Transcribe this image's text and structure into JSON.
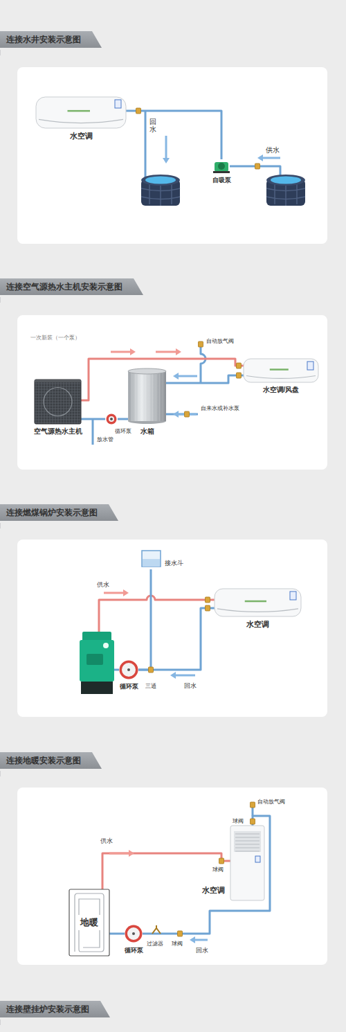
{
  "diagram": {
    "nodes": [
      {
        "text": [
          "连接水井安装示意图"
        ]
      },
      {
        "text": [
          "水空调"
        ]
      },
      {
        "text": [
          "自吸泵"
        ]
      },
      {
        "text": [
          "连接空气源热水主机安装示意图"
        ]
      },
      {
        "text": [
          "空气源热水主机"
        ]
      },
      {
        "text": [
          "水箱"
        ]
      },
      {
        "text": [
          "循环泵"
        ]
      },
      {
        "text": [
          "水空调/风盘"
        ]
      },
      {
        "text": [
          "连接燃煤锅炉安装示意图"
        ]
      },
      {
        "text": [
          "接水斗"
        ]
      },
      {
        "text": [
          "水空调"
        ]
      },
      {
        "text": [
          "循环泵"
        ]
      },
      {
        "text": [
          "连接地暖安装示意图"
        ]
      },
      {
        "text": [
          "地暖"
        ]
      },
      {
        "text": [
          "水空调"
        ]
      },
      {
        "text": [
          "循环泵"
        ]
      },
      {
        "text": [
          "连接壁挂炉安装示意图"
        ]
      }
    ],
    "edges": [
      {
        "from": 2,
        "to": 1,
        "arrow": "none"
      },
      {
        "from": 4,
        "to": 7,
        "arrow": "none"
      },
      {
        "from": 7,
        "to": 5,
        "arrow": "none"
      },
      {
        "from": 5,
        "to": 6,
        "arrow": "none"
      },
      {
        "from": 6,
        "to": 4,
        "arrow": "none"
      },
      {
        "from": 10,
        "to": 11,
        "arrow": "none"
      },
      {
        "from": 9,
        "to": 11,
        "arrow": "none"
      },
      {
        "from": 13,
        "to": 14,
        "arrow": "none"
      },
      {
        "from": 14,
        "to": 15,
        "arrow": "none"
      },
      {
        "from": 15,
        "to": 13,
        "arrow": "none"
      }
    ],
    "labels": [
      "回水",
      "供水",
      "一次新装（一个泵）",
      "自动放气阀",
      "放水管",
      "自来水或补水泵",
      "供水",
      "三通",
      "回水",
      "自动放气阀",
      "球阀",
      "供水",
      "球阀",
      "过滤器",
      "球阀",
      "回水"
    ]
  }
}
